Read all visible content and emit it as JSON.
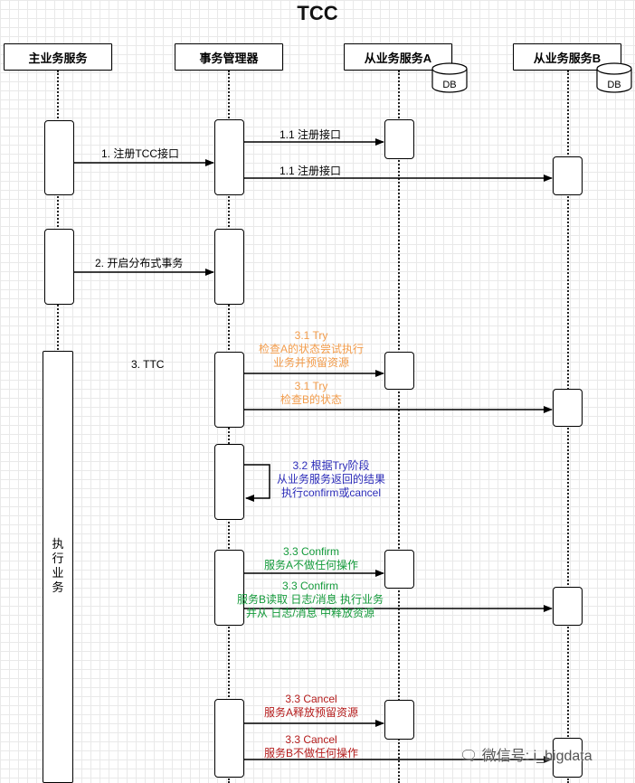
{
  "title": "TCC",
  "participants": {
    "main_service": "主业务服务",
    "tx_manager": "事务管理器",
    "sub_service_a": "从业务服务A",
    "sub_service_b": "从业务服务B",
    "db_label": "DB"
  },
  "messages": {
    "register_tcc": "1. 注册TCC接口",
    "register_a": "1.1 注册接口",
    "register_b": "1.1 注册接口",
    "start_tx": "2. 开启分布式事务",
    "ttc": "3. TTC",
    "try_a": [
      "3.1 Try",
      "检查A的状态尝试执行",
      "业务并预留资源"
    ],
    "try_b": [
      "3.1 Try",
      "检查B的状态"
    ],
    "decide": [
      "3.2 根据Try阶段",
      "从业务服务返回的结果",
      "执行confirm或cancel"
    ],
    "confirm_a": [
      "3.3 Confirm",
      "服务A不做任何操作"
    ],
    "confirm_b": [
      "3.3 Confirm",
      "服务B读取 日志/消息 执行业务",
      "并从 日志/消息 中释放资源"
    ],
    "cancel_a": [
      "3.3 Cancel",
      "服务A释放预留资源"
    ],
    "cancel_b": [
      "3.3 Cancel",
      "服务B不做任何操作"
    ],
    "execute_business": "执行业务"
  },
  "watermark": "微信号: i_bigdata",
  "colors": {
    "try": "#f29c4b",
    "decide": "#2b2bb8",
    "confirm": "#139a3a",
    "cancel": "#b51c1c"
  }
}
